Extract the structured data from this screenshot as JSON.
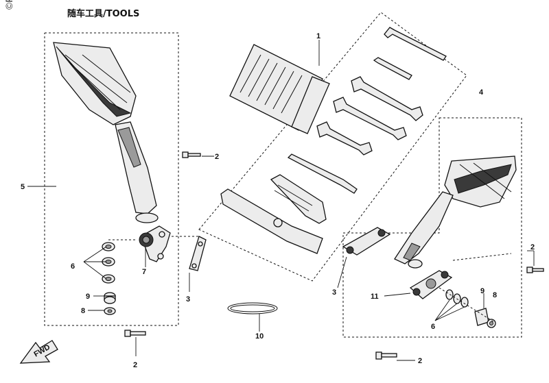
{
  "title": "随车工具/TOOLS",
  "watermark": "©P",
  "fwd_arrow": "FWD",
  "callouts": {
    "c1": "1",
    "c2a": "2",
    "c2b": "2",
    "c2c": "2",
    "c2d": "2",
    "c3a": "3",
    "c3b": "3",
    "c4": "4",
    "c5": "5",
    "c6a": "6",
    "c6b": "6",
    "c7": "7",
    "c8a": "8",
    "c8b": "8",
    "c9a": "9",
    "c9b": "9",
    "c10": "10",
    "c11": "11"
  }
}
